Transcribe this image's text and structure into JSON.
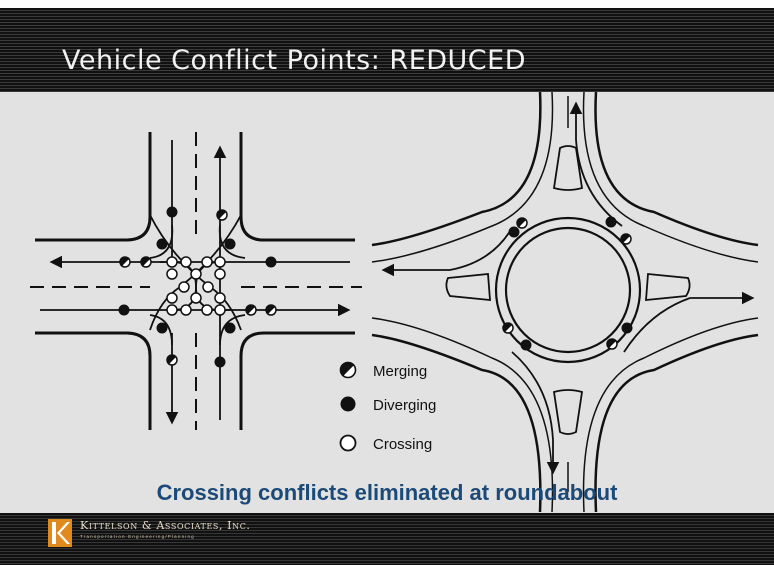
{
  "title": "Vehicle Conflict Points: REDUCED",
  "legend": {
    "merging": "Merging",
    "diverging": "Diverging",
    "crossing": "Crossing"
  },
  "caption": "Crossing conflicts eliminated at roundabout",
  "footer": {
    "company": "Kittelson & Associates, Inc.",
    "tagline": "Transportation Engineering/Planning"
  },
  "colors": {
    "caption": "#1c4a78",
    "logo": "#e08a1e",
    "panel": "#e2e2e2"
  }
}
